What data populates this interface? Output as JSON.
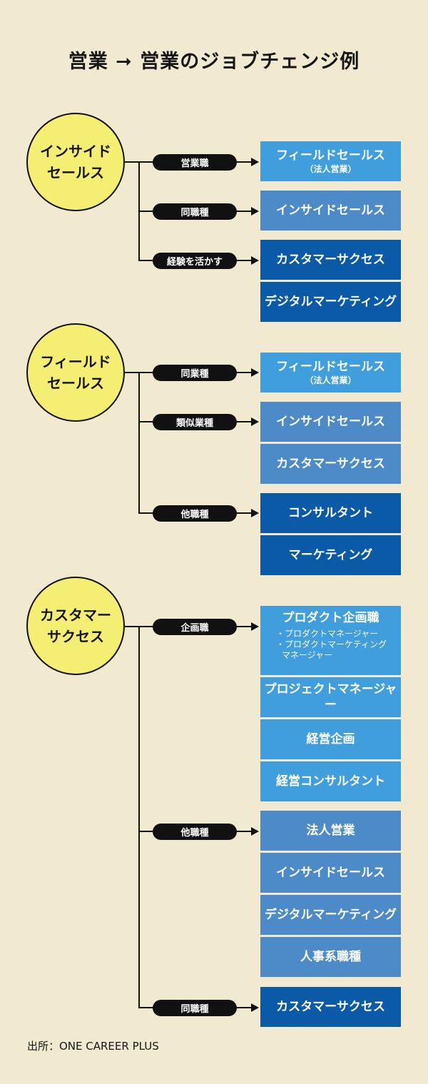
{
  "title": "営業 ➞ 営業のジョブチェンジ例",
  "source": "出所：ONE CAREER PLUS",
  "colors": {
    "background": "#f1ead0",
    "circle": "#f4ee72",
    "box_light": "#3f9edb",
    "box_mid": "#4c8bc8",
    "box_dark": "#0b5aa8"
  },
  "groups": [
    {
      "origin": "インサイド\nセールス",
      "branches": [
        {
          "label": "営業職",
          "targets": [
            {
              "name": "フィールドセールス",
              "sub": "（法人営業）"
            }
          ]
        },
        {
          "label": "同職種",
          "targets": [
            {
              "name": "インサイドセールス"
            }
          ]
        },
        {
          "label": "経験を活かす",
          "targets": [
            {
              "name": "カスタマーサクセス"
            },
            {
              "name": "デジタルマーケティング"
            }
          ]
        }
      ]
    },
    {
      "origin": "フィールド\nセールス",
      "branches": [
        {
          "label": "同業種",
          "targets": [
            {
              "name": "フィールドセールス",
              "sub": "（法人営業）"
            }
          ]
        },
        {
          "label": "類似業種",
          "targets": [
            {
              "name": "インサイドセールス"
            },
            {
              "name": "カスタマーサクセス"
            }
          ]
        },
        {
          "label": "他職種",
          "targets": [
            {
              "name": "コンサルタント"
            },
            {
              "name": "マーケティング"
            }
          ]
        }
      ]
    },
    {
      "origin": "カスタマー\nサクセス",
      "branches": [
        {
          "label": "企画職",
          "targets": [
            {
              "name": "プロダクト企画職",
              "bullets": [
                "・プロダクトマネージャー",
                "・プロダクトマーケティング",
                "マネージャー"
              ]
            },
            {
              "name": "プロジェクトマネージャー"
            },
            {
              "name": "経営企画"
            },
            {
              "name": "経営コンサルタント"
            }
          ]
        },
        {
          "label": "他職種",
          "targets": [
            {
              "name": "法人営業"
            },
            {
              "name": "インサイドセールス"
            },
            {
              "name": "デジタルマーケティング"
            },
            {
              "name": "人事系職種"
            }
          ]
        },
        {
          "label": "同職種",
          "targets": [
            {
              "name": "カスタマーサクセス"
            }
          ]
        }
      ]
    }
  ]
}
